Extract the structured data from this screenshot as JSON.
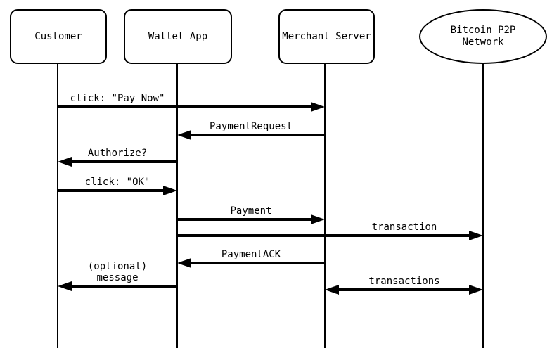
{
  "actors": [
    {
      "label": "Customer",
      "shape": "rounded-box"
    },
    {
      "label": "Wallet App",
      "shape": "rounded-box"
    },
    {
      "label": "Merchant Server",
      "shape": "rounded-box"
    },
    {
      "label": "Bitcoin P2P\nNetwork",
      "shape": "ellipse"
    }
  ],
  "messages": [
    {
      "label": "click: \"Pay Now\"",
      "from": "Customer",
      "to": "Merchant Server",
      "direction": "right"
    },
    {
      "label": "PaymentRequest",
      "from": "Merchant Server",
      "to": "Wallet App",
      "direction": "left"
    },
    {
      "label": "Authorize?",
      "from": "Wallet App",
      "to": "Customer",
      "direction": "left"
    },
    {
      "label": "click: \"OK\"",
      "from": "Customer",
      "to": "Wallet App",
      "direction": "right"
    },
    {
      "label": "Payment",
      "from": "Wallet App",
      "to": "Merchant Server",
      "direction": "right"
    },
    {
      "label": "transaction",
      "from": "Wallet App",
      "to": "Bitcoin P2P Network",
      "direction": "right"
    },
    {
      "label": "PaymentACK",
      "from": "Merchant Server",
      "to": "Wallet App",
      "direction": "left"
    },
    {
      "label": "(optional)\nmessage",
      "from": "Wallet App",
      "to": "Customer",
      "direction": "left"
    },
    {
      "label": "transactions",
      "from": "Merchant Server",
      "to": "Bitcoin P2P Network",
      "direction": "both"
    }
  ],
  "colors": {
    "line": "#000000",
    "background": "#ffffff"
  }
}
